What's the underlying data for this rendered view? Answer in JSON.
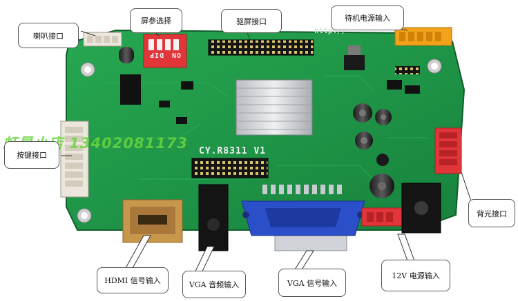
{
  "labels": {
    "speaker": "喇叭接口",
    "dip": "屏参选择",
    "lcd": "驱屏接口",
    "standby": "待机电源输入",
    "keypad": "按键接口",
    "backlight": "背光接口",
    "hdmi": "HDMI 信号输入",
    "vga_audio": "VGA 音频输入",
    "vga_signal": "VGA 信号输入",
    "power12v": "12V 电源输入"
  },
  "board": {
    "model": "CY.R8311  V1",
    "dip_label": "DIP",
    "dip_on": "ON"
  },
  "watermark": "虹星小店  13402081173",
  "colors": {
    "pcb": "#1f9a4a",
    "header_white": "#e9e4d8",
    "header_orange": "#f2a21b",
    "dip_red": "#e2353a",
    "vga_blue": "#2a4fc9",
    "hdmi_gold": "#c9974c"
  }
}
